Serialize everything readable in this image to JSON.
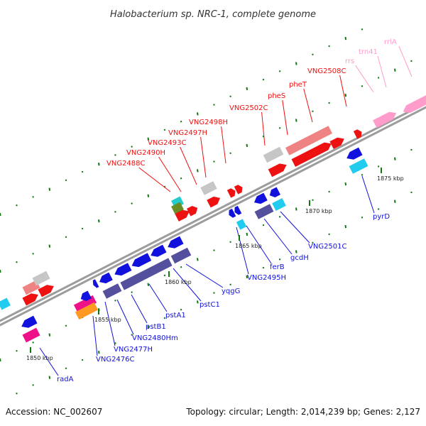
{
  "title": "Halobacterium sp. NRC-1, complete genome",
  "footer": {
    "accession": "Accession: NC_002607",
    "topology": "Topology: circular; Length: 2,014,239 bp; Genes: 2,127"
  },
  "colors": {
    "red": "#ee1111",
    "blue": "#1111dd",
    "pink": "#ff9ccc",
    "gray": "#c6c6c6",
    "salmon": "#ef8383",
    "cyan": "#22ccee",
    "navy": "#55509e",
    "magenta": "#ee1188",
    "orange": "#ff9922",
    "olive": "#6a8d23",
    "teal": "#22cccc",
    "tickGreen": "#117711"
  },
  "ticks": [
    "1850 kbp",
    "1855 kbp",
    "1860 kbp",
    "1865 kbp",
    "1870 kbp",
    "1875 kbp"
  ],
  "genes_top": [
    "VNG2488C",
    "VNG2490H",
    "VNG2493C",
    "VNG2497H",
    "VNG2498H",
    "VNG2502C",
    "pheS",
    "pheT",
    "VNG2508C",
    "rrs",
    "trn41",
    "rrlA"
  ],
  "genes_bottom": [
    "radA",
    "VNG2476C",
    "VNG2477H",
    "VNG2480Hm",
    "pstB1",
    "pstA1",
    "pstC1",
    "yqgG",
    "VNG2495H",
    "ferB",
    "gcdH",
    "VNG2501C",
    "pyrD"
  ]
}
